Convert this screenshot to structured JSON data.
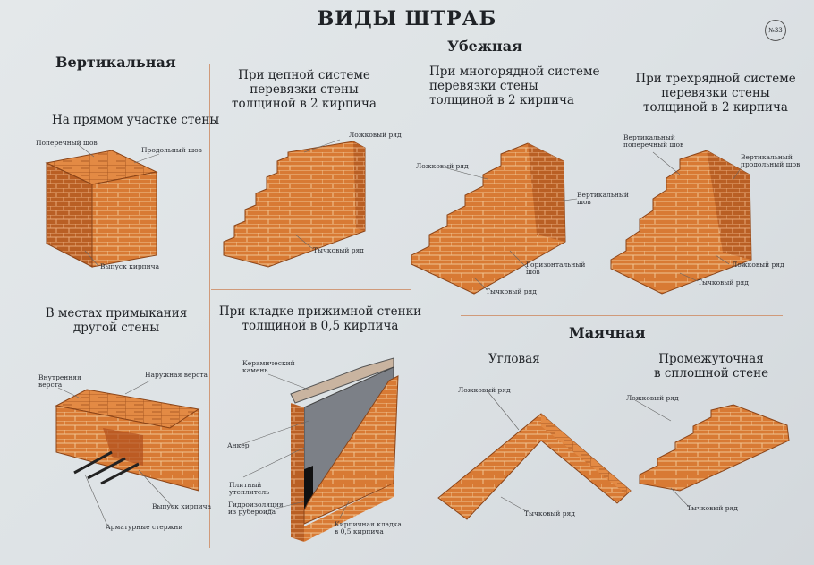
{
  "title": "ВИДЫ ШТРАБ",
  "badge": "№33",
  "colors": {
    "brick": "#d87a34",
    "brick_dark": "#b35a20",
    "mortar": "#f3c89a",
    "background": "#dfe3e6",
    "insulation": "#7c8087"
  },
  "vertical": {
    "heading": "Вертикальная",
    "straight": {
      "caption": "На прямом  участке стены",
      "labels": [
        "Поперечный шов",
        "Продольный шов",
        "Выпуск кирпича"
      ]
    },
    "junction": {
      "caption_line1": "В местах примыкания",
      "caption_line2": "другой стены",
      "labels": [
        "Внутренняя",
        "верста",
        "Наружная верста",
        "Выпуск кирпича",
        "Арматурные стержни"
      ]
    }
  },
  "runaway": {
    "heading": "Убежная",
    "chain": {
      "lines": [
        "При цепной системе",
        "перевязки стены",
        "толщиной в 2 кирпича"
      ],
      "labels": [
        "Ложковый ряд",
        "Тычковый ряд"
      ]
    },
    "multirow": {
      "lines": [
        "При многорядной системе",
        "перевязки стены",
        "толщиной в 2 кирпича"
      ],
      "labels": [
        "Ложковый ряд",
        "Вертикальный",
        "шов",
        "Горизонтальный",
        "шов",
        "Тычковый ряд"
      ]
    },
    "threerow": {
      "lines": [
        "При трехрядной системе",
        "перевязки стены",
        "толщиной в 2 кирпича"
      ],
      "labels": [
        "Вертикальный",
        "поперечный шов",
        "Вертикальный",
        "продольный шов",
        "Ложковый ряд",
        "Тычковый ряд"
      ]
    }
  },
  "pressing": {
    "lines": [
      "При кладке прижимной стенки",
      "толщиной в 0,5 кирпича"
    ],
    "labels": [
      "Керамический",
      "камень",
      "Анкер",
      "Плитный",
      "утеплитель",
      "Гидроизоляция",
      "из рубероида",
      "Кирпичная кладка",
      "в 0,5 кирпича"
    ]
  },
  "beacon": {
    "heading": "Маячная",
    "corner": {
      "caption": "Угловая",
      "labels": [
        "Ложковый ряд",
        "Тычковый ряд"
      ]
    },
    "intermediate": {
      "line1": "Промежуточная",
      "line2": "в сплошной стене",
      "labels": [
        "Ложковый ряд",
        "Тычковый ряд"
      ]
    }
  }
}
